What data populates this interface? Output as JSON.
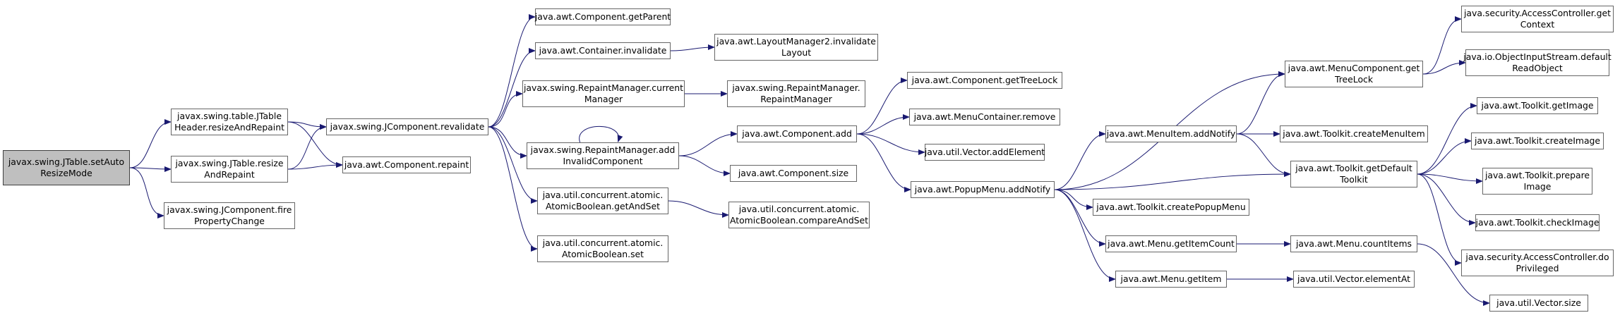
{
  "edge_color": "#191970",
  "root_fill": "#bfbfbf",
  "node_border": "#666666",
  "nodes": {
    "n0": {
      "label": "javax.swing.JTable.setAuto\nResizeMode"
    },
    "n1": {
      "label": "javax.swing.table.JTable\nHeader.resizeAndRepaint"
    },
    "n2": {
      "label": "javax.swing.JTable.resize\nAndRepaint"
    },
    "n3": {
      "label": "javax.swing.JComponent.fire\nPropertyChange"
    },
    "n4": {
      "label": "javax.swing.JComponent.revalidate"
    },
    "n5": {
      "label": "java.awt.Component.repaint"
    },
    "n6": {
      "label": "java.awt.Component.getParent"
    },
    "n7": {
      "label": "java.awt.Container.invalidate"
    },
    "n8": {
      "label": "javax.swing.RepaintManager.current\nManager"
    },
    "n9": {
      "label": "javax.swing.RepaintManager.add\nInvalidComponent"
    },
    "n10": {
      "label": "java.util.concurrent.atomic.\nAtomicBoolean.getAndSet"
    },
    "n11": {
      "label": "java.util.concurrent.atomic.\nAtomicBoolean.set"
    },
    "n12": {
      "label": "java.awt.LayoutManager2.invalidate\nLayout"
    },
    "n13": {
      "label": "javax.swing.RepaintManager.\nRepaintManager"
    },
    "n14": {
      "label": "java.awt.Component.add"
    },
    "n15": {
      "label": "java.awt.Component.size"
    },
    "n16": {
      "label": "java.util.concurrent.atomic.\nAtomicBoolean.compareAndSet"
    },
    "n17": {
      "label": "java.awt.Component.getTreeLock"
    },
    "n18": {
      "label": "java.awt.MenuContainer.remove"
    },
    "n19": {
      "label": "java.util.Vector.addElement"
    },
    "n20": {
      "label": "java.awt.PopupMenu.addNotify"
    },
    "n21": {
      "label": "java.awt.MenuItem.addNotify"
    },
    "n22": {
      "label": "java.awt.Toolkit.createPopupMenu"
    },
    "n23": {
      "label": "java.awt.Menu.getItemCount"
    },
    "n24": {
      "label": "java.awt.Menu.getItem"
    },
    "n25": {
      "label": "java.awt.MenuComponent.get\nTreeLock"
    },
    "n26": {
      "label": "java.awt.Toolkit.createMenuItem"
    },
    "n27": {
      "label": "java.awt.Toolkit.getDefault\nToolkit"
    },
    "n28": {
      "label": "java.awt.Menu.countItems"
    },
    "n29": {
      "label": "java.util.Vector.elementAt"
    },
    "n30": {
      "label": "java.security.AccessController.get\nContext"
    },
    "n31": {
      "label": "java.io.ObjectInputStream.default\nReadObject"
    },
    "n32": {
      "label": "java.awt.Toolkit.getImage"
    },
    "n33": {
      "label": "java.awt.Toolkit.createImage"
    },
    "n34": {
      "label": "java.awt.Toolkit.prepare\nImage"
    },
    "n35": {
      "label": "java.awt.Toolkit.checkImage"
    },
    "n36": {
      "label": "java.security.AccessController.do\nPrivileged"
    },
    "n37": {
      "label": "java.util.Vector.size"
    }
  },
  "edges": [
    [
      "n0",
      "n1"
    ],
    [
      "n0",
      "n2"
    ],
    [
      "n0",
      "n3"
    ],
    [
      "n1",
      "n4"
    ],
    [
      "n1",
      "n5"
    ],
    [
      "n2",
      "n4"
    ],
    [
      "n2",
      "n5"
    ],
    [
      "n4",
      "n6"
    ],
    [
      "n4",
      "n7"
    ],
    [
      "n4",
      "n8"
    ],
    [
      "n4",
      "n9"
    ],
    [
      "n4",
      "n10"
    ],
    [
      "n4",
      "n11"
    ],
    [
      "n7",
      "n12"
    ],
    [
      "n8",
      "n13"
    ],
    [
      "n9",
      "n9"
    ],
    [
      "n9",
      "n14"
    ],
    [
      "n9",
      "n15"
    ],
    [
      "n10",
      "n16"
    ],
    [
      "n14",
      "n17"
    ],
    [
      "n14",
      "n18"
    ],
    [
      "n14",
      "n19"
    ],
    [
      "n14",
      "n20"
    ],
    [
      "n20",
      "n25"
    ],
    [
      "n20",
      "n21"
    ],
    [
      "n20",
      "n27"
    ],
    [
      "n20",
      "n22"
    ],
    [
      "n20",
      "n23"
    ],
    [
      "n20",
      "n24"
    ],
    [
      "n21",
      "n25"
    ],
    [
      "n21",
      "n26"
    ],
    [
      "n21",
      "n27"
    ],
    [
      "n23",
      "n28"
    ],
    [
      "n24",
      "n29"
    ],
    [
      "n25",
      "n30"
    ],
    [
      "n25",
      "n31"
    ],
    [
      "n27",
      "n32"
    ],
    [
      "n27",
      "n33"
    ],
    [
      "n27",
      "n34"
    ],
    [
      "n27",
      "n35"
    ],
    [
      "n27",
      "n36"
    ],
    [
      "n28",
      "n37"
    ]
  ]
}
